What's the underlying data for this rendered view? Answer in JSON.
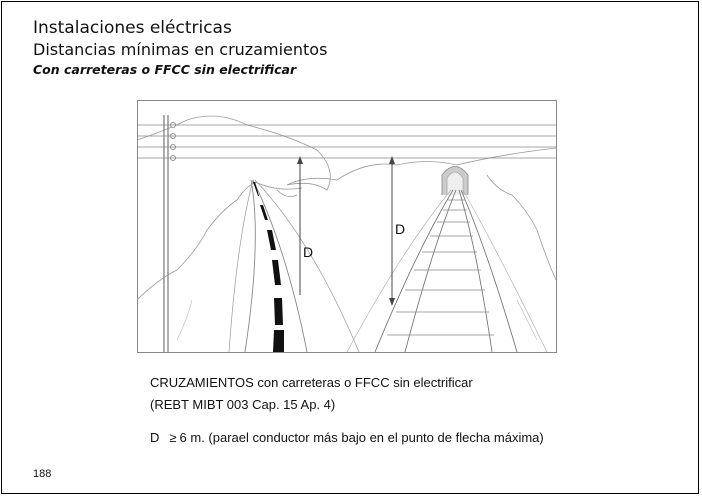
{
  "header": {
    "title": "Instalaciones eléctricas",
    "subtitle": "Distancias mínimas en cruzamientos",
    "section": "Con carreteras o FFCC sin electrificar"
  },
  "figure": {
    "label_road": "D",
    "label_rail": "D"
  },
  "caption": {
    "line1": "CRUZAMIENTOS con carreteras o FFCC sin electrificar",
    "line2": "(REBT MIBT 003 Cap. 15 Ap. 4)"
  },
  "note": {
    "variable": "D",
    "symbol": "≥",
    "text": "6 m. (parael conductor más bajo en el punto de flecha máxima)"
  },
  "page_number": "188"
}
